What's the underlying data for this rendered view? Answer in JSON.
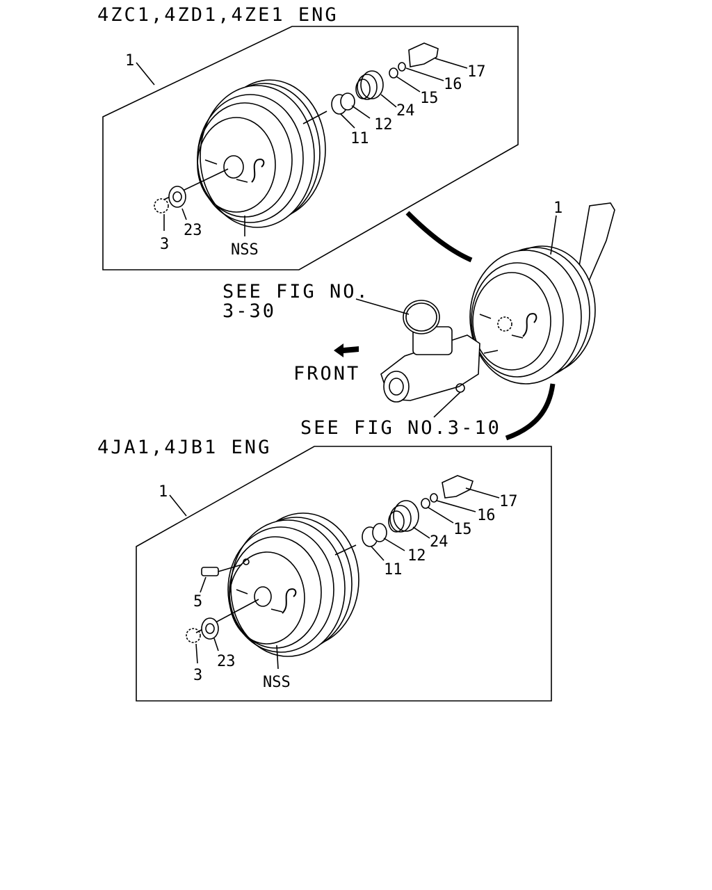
{
  "top_panel": {
    "title": "4ZC1,4ZD1,4ZE1 ENG",
    "labels": {
      "p1": "1",
      "p17": "17",
      "p16": "16",
      "p15": "15",
      "p24": "24",
      "p12": "12",
      "p11": "11",
      "p23": "23",
      "p3": "3",
      "nss": "NSS"
    }
  },
  "middle": {
    "booster_label": "1",
    "see_fig_1_line1": "SEE FIG NO.",
    "see_fig_1_line2": "3-30",
    "front_label": "FRONT",
    "see_fig_2": "SEE FIG NO.3-10"
  },
  "bottom_panel": {
    "title": "4JA1,4JB1 ENG",
    "labels": {
      "p1": "1",
      "p17": "17",
      "p16": "16",
      "p15": "15",
      "p24": "24",
      "p12": "12",
      "p11": "11",
      "p5": "5",
      "p23": "23",
      "p3": "3",
      "nss": "NSS"
    }
  }
}
